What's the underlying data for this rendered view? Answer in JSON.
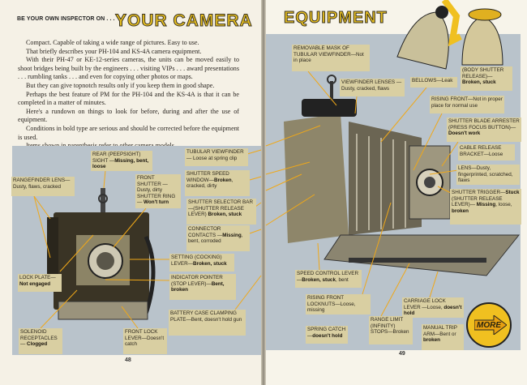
{
  "left_page": {
    "kicker": "BE YOUR OWN INSPECTOR ON . . .",
    "title": "YOUR CAMERA",
    "paragraphs": [
      "Compact. Capable of taking a wide range of pictures. Easy to use.",
      "That briefly describes your PH-104 and KS-4A camera equipment.",
      "With their PH-47 or KE-12-series cameras, the units can be moved easily to shoot bridges being built by the engineers . . . visiting VIPs . . . award presentations . . . rumbling tanks . . . and even for copying other photos or maps.",
      "But they can give topnotch results only if you keep them in good shape.",
      "Perhaps the best feature of PM for the PH-104 and the KS-4A is that it can be completed in a matter of minutes.",
      "Here's a rundown on things to look for before, during and after the use of equipment.",
      "Conditions in bold type are serious and should be corrected before the equipment is used.",
      "Items shown in parenthesis refer to other camera models."
    ],
    "page_number": "48",
    "labels": [
      {
        "id": "rear-sight",
        "parts": [
          [
            "REAR (PEEPSIGHT) SIGHT —",
            false
          ],
          [
            "Missing, bent, loose",
            true
          ]
        ]
      },
      {
        "id": "rangefinder-lens",
        "parts": [
          [
            "RANGEFINDER LENS— Dusty, flaws, cracked",
            false
          ]
        ]
      },
      {
        "id": "front-shutter",
        "parts": [
          [
            "FRONT SHUTTER —Dusty, dirty SHUTTER RING— ",
            false
          ],
          [
            "Won't turn",
            true
          ]
        ]
      },
      {
        "id": "tubular-viewfinder",
        "parts": [
          [
            "TUBULAR VIEWFINDER— Loose at spring clip",
            false
          ]
        ]
      },
      {
        "id": "shutter-speed-window",
        "parts": [
          [
            "SHUTTER SPEED WINDOW—",
            false
          ],
          [
            "Broken",
            true
          ],
          [
            ", cracked, dirty",
            false
          ]
        ]
      },
      {
        "id": "shutter-selector-bar",
        "parts": [
          [
            "SHUTTER SELECTOR BAR—(SHUTTER RELEASE LEVER) ",
            false
          ],
          [
            "Broken, stuck",
            true
          ]
        ]
      },
      {
        "id": "connector-contacts",
        "parts": [
          [
            "CONNECTOR CONTACTS —",
            false
          ],
          [
            "Missing",
            true
          ],
          [
            ", bent, corroded",
            false
          ]
        ]
      },
      {
        "id": "setting-lever",
        "parts": [
          [
            "SETTING (COCKING) LEVER—",
            false
          ],
          [
            "Broken, stuck",
            true
          ]
        ]
      },
      {
        "id": "indicator-pointer",
        "parts": [
          [
            "INDICATOR POINTER (STOP LEVER)—",
            false
          ],
          [
            "Bent, broken",
            true
          ]
        ]
      },
      {
        "id": "lock-plate",
        "parts": [
          [
            "LOCK PLATE— ",
            false
          ],
          [
            "Not engaged",
            true
          ]
        ]
      },
      {
        "id": "battery-case",
        "parts": [
          [
            "BATTERY CASE CLAMPING PLATE—Bent, doesn't hold gun",
            false
          ]
        ]
      },
      {
        "id": "solenoid-receptacles",
        "parts": [
          [
            "SOLENOID RECEPTACLES— ",
            false
          ],
          [
            "Clogged",
            true
          ]
        ]
      },
      {
        "id": "front-lock-lever",
        "parts": [
          [
            "FRONT LOCK LEVER—Doesn't catch",
            false
          ]
        ]
      }
    ]
  },
  "right_page": {
    "title": "EQUIPMENT",
    "page_number": "49",
    "more_button": "MORE",
    "labels": [
      {
        "id": "removable-mask",
        "parts": [
          [
            "REMOVABLE MASK OF TUBULAR VIEWFINDER—Not in place",
            false
          ]
        ]
      },
      {
        "id": "viewfinder-lenses",
        "parts": [
          [
            "VIEWFINDER LENSES —Dusty, cracked, flaws",
            false
          ]
        ]
      },
      {
        "id": "bellows",
        "parts": [
          [
            "BELLOWS—Leak",
            false
          ]
        ]
      },
      {
        "id": "body-shutter-release",
        "parts": [
          [
            "(BODY SHUTTER RELEASE)— ",
            false
          ],
          [
            "Broken, stuck",
            true
          ]
        ]
      },
      {
        "id": "rising-front",
        "parts": [
          [
            "RISING FRONT—Not in proper place for normal use",
            false
          ]
        ]
      },
      {
        "id": "shutter-blade-arrester",
        "parts": [
          [
            "SHUTTER BLADE ARRESTER (PRESS FOCUS BUTTON)— ",
            false
          ],
          [
            "Doesn't work",
            true
          ]
        ]
      },
      {
        "id": "cable-release-bracket",
        "parts": [
          [
            "CABLE RELEASE BRACKET—Loose",
            false
          ]
        ]
      },
      {
        "id": "lens",
        "parts": [
          [
            "LENS—Dusty, fingerprinted, scratched, flaws",
            false
          ]
        ]
      },
      {
        "id": "shutter-trigger",
        "parts": [
          [
            "SHUTTER TRIGGER—",
            false
          ],
          [
            "Stuck",
            true
          ],
          [
            " (SHUTTER RELEASE LEVER)— ",
            false
          ],
          [
            "Missing",
            true
          ],
          [
            ", loose, ",
            false
          ],
          [
            "broken",
            true
          ]
        ]
      },
      {
        "id": "speed-control-lever",
        "parts": [
          [
            "SPEED CONTROL LEVER —",
            false
          ],
          [
            "Broken, stuck",
            true
          ],
          [
            ", bent",
            false
          ]
        ]
      },
      {
        "id": "rising-front-locknuts",
        "parts": [
          [
            "RISING FRONT LOCKNUTS—Loose, missing",
            false
          ]
        ]
      },
      {
        "id": "carriage-lock-lever",
        "parts": [
          [
            "CARRIAGE LOCK LEVER —Loose, ",
            false
          ],
          [
            "doesn't hold",
            true
          ]
        ]
      },
      {
        "id": "range-limit-stops",
        "parts": [
          [
            "RANGE LIMIT (INFINITY) STOPS—Broken",
            false
          ]
        ]
      },
      {
        "id": "spring-catch",
        "parts": [
          [
            "SPRING CATCH —",
            false
          ],
          [
            "doesn't hold",
            true
          ]
        ]
      },
      {
        "id": "manual-trip-arm",
        "parts": [
          [
            "MANUAL TRIP ARM—Bent or ",
            false
          ],
          [
            "broken",
            true
          ]
        ]
      }
    ]
  },
  "colors": {
    "accent_yellow": "#e8c020",
    "label_bg": "#d9cfa2",
    "panel": "#b9c3cb",
    "leader": "#f0a818"
  }
}
